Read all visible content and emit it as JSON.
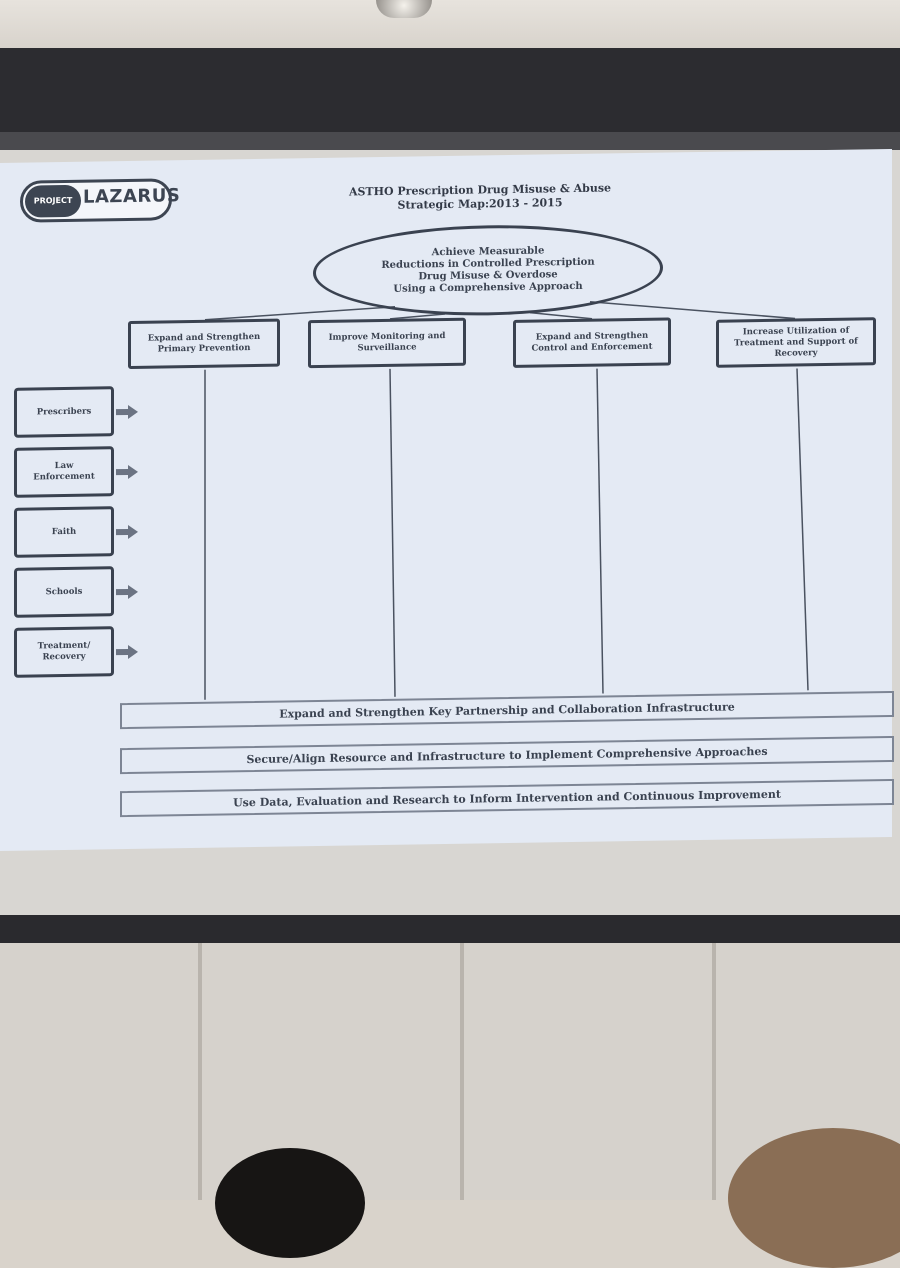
{
  "logo": {
    "badge": "PROJECT",
    "word": "LAZARUS"
  },
  "slide": {
    "title": "ASTHO Prescription Drug Misuse & Abuse\nStrategic Map:2013 - 2015",
    "goal": "Achieve Measurable\nReductions in Controlled Prescription\nDrug Misuse & Overdose\nUsing a Comprehensive Approach",
    "strategies": [
      "Expand and Strengthen\nPrimary Prevention",
      "Improve Monitoring and\nSurveillance",
      "Expand and Strengthen\nControl and Enforcement",
      "Increase Utilization of\nTreatment and Support of\nRecovery"
    ],
    "sectors": [
      "Prescribers",
      "Law\nEnforcement",
      "Faith",
      "Schools",
      "Treatment/\nRecovery"
    ],
    "foundations": [
      "Expand and Strengthen Key Partnership and Collaboration Infrastructure",
      "Secure/Align Resource and Infrastructure to Implement Comprehensive Approaches",
      "Use Data, Evaluation and Research to Inform Intervention and Continuous Improvement"
    ]
  },
  "colors": {
    "slide_background": "#e4eaf4",
    "ink": "#3a4250",
    "arrow": "#6b7382"
  }
}
